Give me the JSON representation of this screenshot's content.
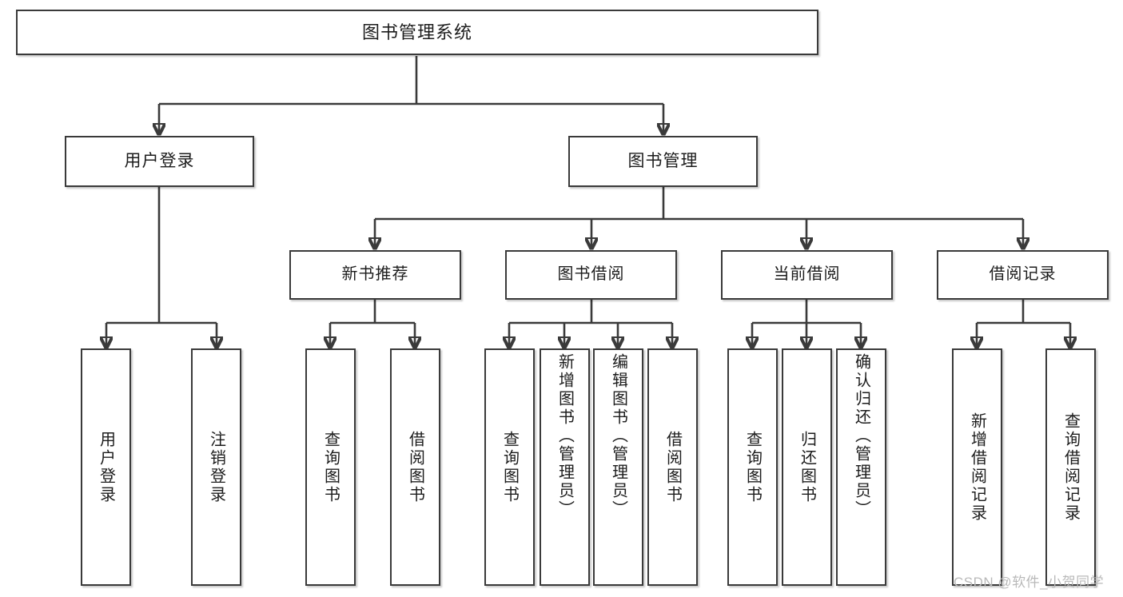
{
  "diagram": {
    "title": "图书管理系统",
    "type": "hierarchy-tree",
    "root": {
      "label": "图书管理系统"
    },
    "level2": [
      {
        "label": "用户登录"
      },
      {
        "label": "图书管理"
      }
    ],
    "level3": [
      {
        "label": "新书推荐"
      },
      {
        "label": "图书借阅"
      },
      {
        "label": "当前借阅"
      },
      {
        "label": "借阅记录"
      }
    ],
    "leaves": {
      "user_login": [
        {
          "label": "用户登录"
        },
        {
          "label": "注销登录"
        }
      ],
      "new_book_recommend": [
        {
          "label": "查询图书"
        },
        {
          "label": "借阅图书"
        }
      ],
      "book_borrow": [
        {
          "label": "查询图书"
        },
        {
          "label": "新增图书（管理员）"
        },
        {
          "label": "编辑图书（管理员）"
        },
        {
          "label": "借阅图书"
        }
      ],
      "current_borrow": [
        {
          "label": "查询图书"
        },
        {
          "label": "归还图书"
        },
        {
          "label": "确认归还（管理员）"
        }
      ],
      "borrow_record": [
        {
          "label": "新增借阅记录"
        },
        {
          "label": "查询借阅记录"
        }
      ]
    }
  },
  "watermark": {
    "text": "CSDN @软件_小贺同学"
  },
  "colors": {
    "stroke": "#3a3a3a",
    "background": "#ffffff",
    "text": "#1c1c1c",
    "watermark": "#b9b9b9"
  }
}
